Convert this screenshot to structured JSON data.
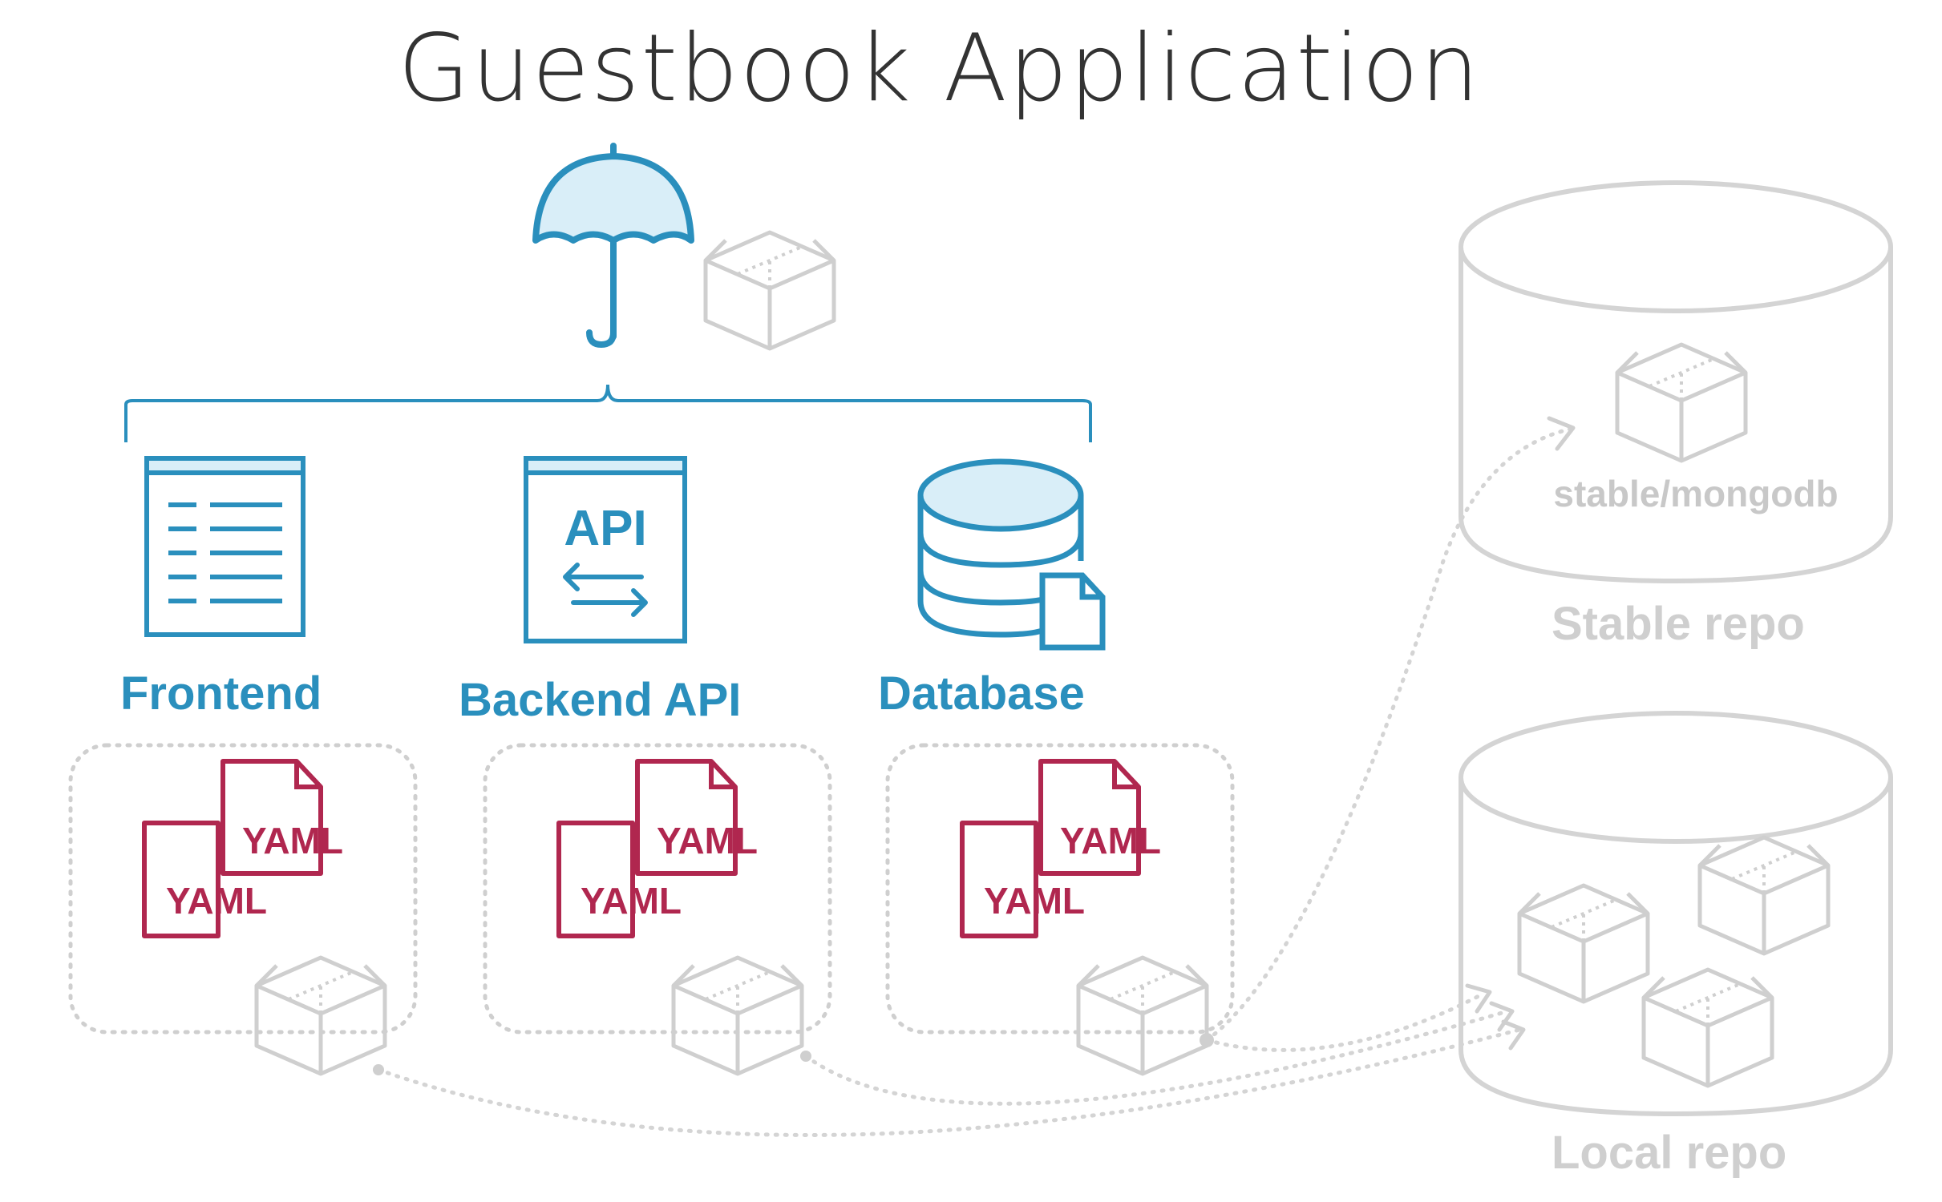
{
  "title": "Guestbook Application",
  "components": [
    {
      "label": "Frontend",
      "icon": "web-page-icon"
    },
    {
      "label": "Backend API",
      "icon": "api-window-icon",
      "icon_text": "API"
    },
    {
      "label": "Database",
      "icon": "database-icon"
    }
  ],
  "yaml_label": "YAML",
  "stable_repo": {
    "label": "Stable repo",
    "chart": "stable/mongodb"
  },
  "local_repo": {
    "label": "Local repo"
  },
  "colors": {
    "primary_blue": "#2a8fbd",
    "light_blue_fill": "#d9eef8",
    "yaml_red": "#b0274f",
    "muted_grey": "#cfcfcf",
    "title_text": "#333333"
  }
}
